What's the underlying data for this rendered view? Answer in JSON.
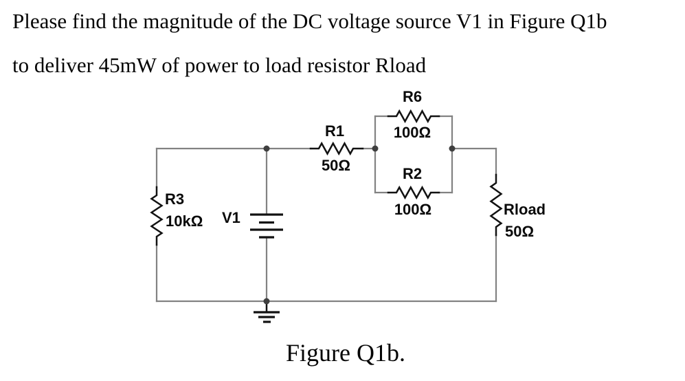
{
  "question": {
    "line1": "Please find the magnitude of the DC voltage source V1 in Figure Q1b",
    "line2": "to deliver 45mW of power to load resistor Rload"
  },
  "figure": {
    "caption": "Figure Q1b.",
    "components": {
      "r1": {
        "name": "R1",
        "value": "50Ω"
      },
      "r6": {
        "name": "R6",
        "value": "100Ω"
      },
      "r2": {
        "name": "R2",
        "value": "100Ω"
      },
      "r3": {
        "name": "R3",
        "value": "10kΩ"
      },
      "rload": {
        "name": "Rload",
        "value": "50Ω"
      },
      "v1": {
        "name": "V1"
      }
    },
    "colors": {
      "wire": "#828282",
      "component": "#121212",
      "junction": "#3f3f3f",
      "text": "#050505"
    }
  }
}
